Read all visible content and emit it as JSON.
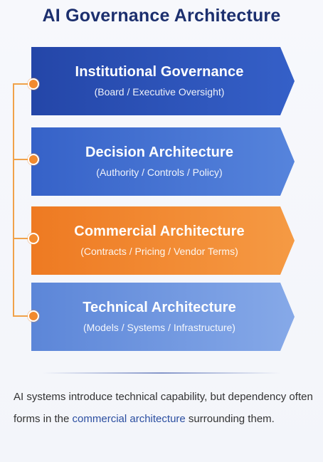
{
  "title": "AI Governance Architecture",
  "layers": [
    {
      "name": "Institutional Governance",
      "detail": "(Board / Executive Oversight)",
      "color": "#2a52b8"
    },
    {
      "name": "Decision Architecture",
      "detail": "(Authority / Controls / Policy)",
      "color": "#3d6ad0"
    },
    {
      "name": "Commercial Architecture",
      "detail": "(Contracts / Pricing / Vendor Terms)",
      "color": "#f08a30"
    },
    {
      "name": "Technical Architecture",
      "detail": "(Models / Systems / Infrastructure)",
      "color": "#6b94dc"
    }
  ],
  "caption": {
    "part1": "AI systems introduce technical capability, but dependency often forms in the ",
    "highlight": "commercial architecture",
    "part2": " surrounding them."
  },
  "colors": {
    "title": "#1c2f6e",
    "connector": "#f0a24a",
    "highlight": "#2b4ea0"
  }
}
